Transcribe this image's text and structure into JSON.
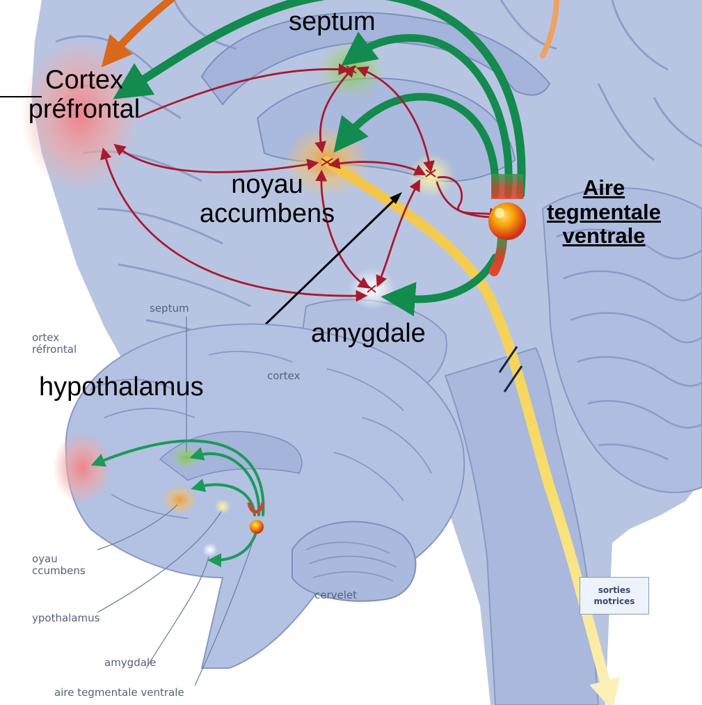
{
  "colors": {
    "brain_fill": "#b8c5e2",
    "brain_dark": "#8798c4",
    "pathway_green": "#138a4e",
    "pathway_red": "#a8192c",
    "pathway_orange": "#e07a1e",
    "motor_yellow": "#f6d74a",
    "vta_core": "#f2a40c",
    "vta_halo": "#d6301a"
  },
  "icons": [
    "vta-nucleus-icon",
    "break-mark-icon",
    "pathway-arrow-icon"
  ],
  "main_labels": {
    "septum": "septum",
    "cortex_line1": "Cortex",
    "cortex_line2": "préfrontal",
    "noyau_line1": "noyau",
    "noyau_line2": "accumbens",
    "aire_line1": "Aire",
    "aire_line2": "tegmentale",
    "aire_line3": "ventrale",
    "amygdale": "amygdale",
    "hypothalamus": "hypothalamus"
  },
  "inset_labels": {
    "septum": "septum",
    "cortex_line1": "ortex",
    "cortex_line2": "réfrontal",
    "cortex": "cortex",
    "noyau_line1": "oyau",
    "noyau_line2": "ccumbens",
    "cervelet": "cervelet",
    "hypothalamus": "ypothalamus",
    "amygdale": "amygdale",
    "aire": "aire tegmentale ventrale"
  },
  "motor_box": {
    "line1": "sorties",
    "line2": "motrices"
  }
}
